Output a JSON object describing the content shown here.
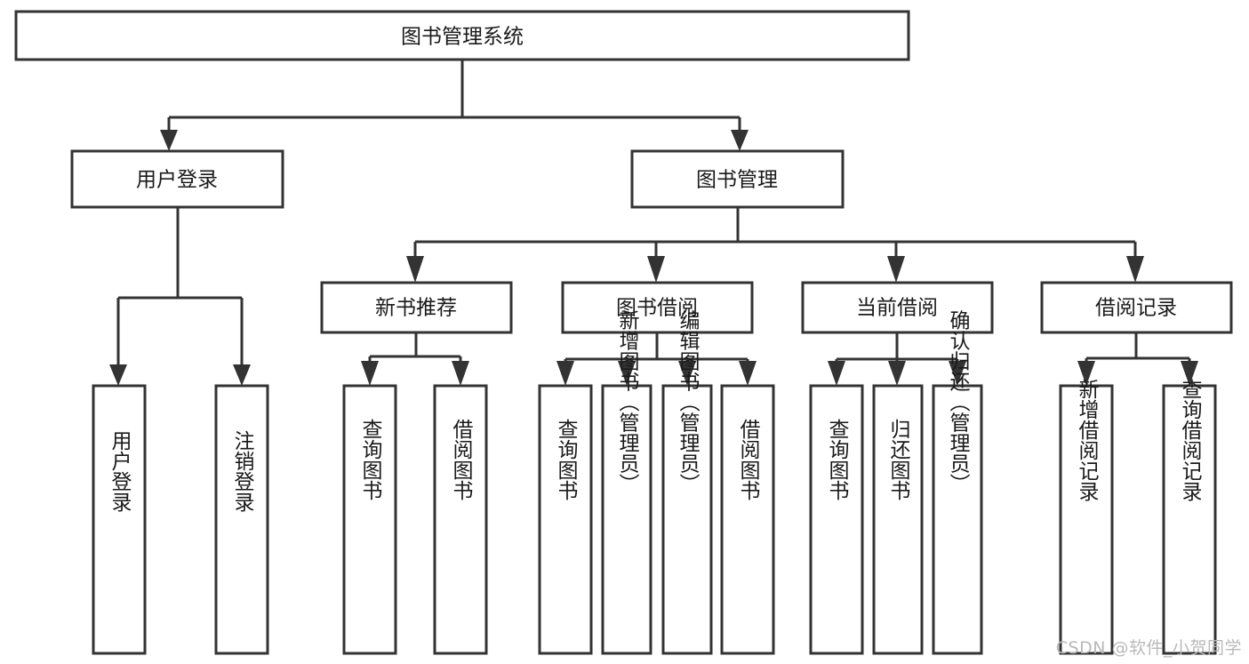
{
  "diagram": {
    "type": "hierarchy-tree",
    "title": "图书管理系统",
    "orientation": "top-down",
    "watermark": "CSDN @软件_小贺同学",
    "colors": {
      "box_fill": "#ffffff",
      "box_stroke": "#333333",
      "text": "#1a1a1a",
      "watermark": "#b9b9b9",
      "background": "#ffffff"
    },
    "levels": {
      "level1": [
        "图书管理系统"
      ],
      "level2": [
        "用户登录",
        "图书管理"
      ],
      "level3": [
        "新书推荐",
        "图书借阅",
        "当前借阅",
        "借阅记录"
      ],
      "level4": [
        "用户登录",
        "注销登录",
        "查询图书",
        "借阅图书",
        "查询图书",
        "新增图书（管理员）",
        "编辑图书（管理员）",
        "借阅图书",
        "查询图书",
        "归还图书",
        "确认归还（管理员）",
        "新增借阅记录",
        "查询借阅记录"
      ]
    },
    "nodes": {
      "root": {
        "label": "图书管理系统"
      },
      "user_login": {
        "label": "用户登录"
      },
      "book_manage": {
        "label": "图书管理"
      },
      "new_book_rec": {
        "label": "新书推荐"
      },
      "book_borrow": {
        "label": "图书借阅"
      },
      "current_borrow": {
        "label": "当前借阅"
      },
      "borrow_record": {
        "label": "借阅记录"
      },
      "leaf_user_login": {
        "label": "用户登录"
      },
      "leaf_logout": {
        "label": "注销登录"
      },
      "leaf_query_book_a": {
        "label": "查询图书"
      },
      "leaf_borrow_book_a": {
        "label": "借阅图书"
      },
      "leaf_query_book_b": {
        "label": "查询图书"
      },
      "leaf_add_book": {
        "label": "新增图书（管理员）"
      },
      "leaf_edit_book": {
        "label": "编辑图书（管理员）"
      },
      "leaf_borrow_book_b": {
        "label": "借阅图书"
      },
      "leaf_query_book_c": {
        "label": "查询图书"
      },
      "leaf_return_book": {
        "label": "归还图书"
      },
      "leaf_confirm_return": {
        "label": "确认归还（管理员）"
      },
      "leaf_add_record": {
        "label": "新增借阅记录"
      },
      "leaf_query_record": {
        "label": "查询借阅记录"
      }
    },
    "edges": [
      {
        "from": "图书管理系统",
        "to": "用户登录"
      },
      {
        "from": "图书管理系统",
        "to": "图书管理"
      },
      {
        "from": "用户登录",
        "to": "用户登录"
      },
      {
        "from": "用户登录",
        "to": "注销登录"
      },
      {
        "from": "图书管理",
        "to": "新书推荐"
      },
      {
        "from": "图书管理",
        "to": "图书借阅"
      },
      {
        "from": "图书管理",
        "to": "当前借阅"
      },
      {
        "from": "图书管理",
        "to": "借阅记录"
      },
      {
        "from": "新书推荐",
        "to": "查询图书"
      },
      {
        "from": "新书推荐",
        "to": "借阅图书"
      },
      {
        "from": "图书借阅",
        "to": "查询图书"
      },
      {
        "from": "图书借阅",
        "to": "新增图书（管理员）"
      },
      {
        "from": "图书借阅",
        "to": "编辑图书（管理员）"
      },
      {
        "from": "图书借阅",
        "to": "借阅图书"
      },
      {
        "from": "当前借阅",
        "to": "查询图书"
      },
      {
        "from": "当前借阅",
        "to": "归还图书"
      },
      {
        "from": "当前借阅",
        "to": "确认归还（管理员）"
      },
      {
        "from": "借阅记录",
        "to": "新增借阅记录"
      },
      {
        "from": "借阅记录",
        "to": "查询借阅记录"
      }
    ]
  }
}
